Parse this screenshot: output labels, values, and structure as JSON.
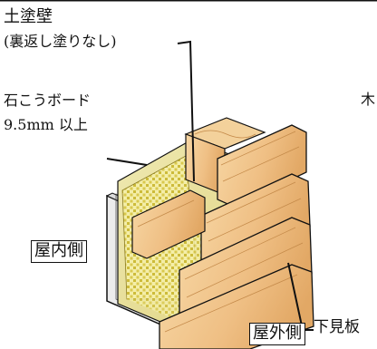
{
  "labels": {
    "wall_title": "土塗壁",
    "wall_note": "(裏返し塗りなし)",
    "board_name": "石こうボード",
    "board_spec": "9.5mm 以上",
    "cut_off": "木",
    "interior": "屋内側",
    "exterior": "屋外側",
    "siding": "下見板"
  },
  "colors": {
    "wood": "#f2c98f",
    "wood_grain": "#c48a4a",
    "clay": "#e8df9a",
    "lath": "#e0d268",
    "board": "#ececec",
    "line": "#111111"
  }
}
